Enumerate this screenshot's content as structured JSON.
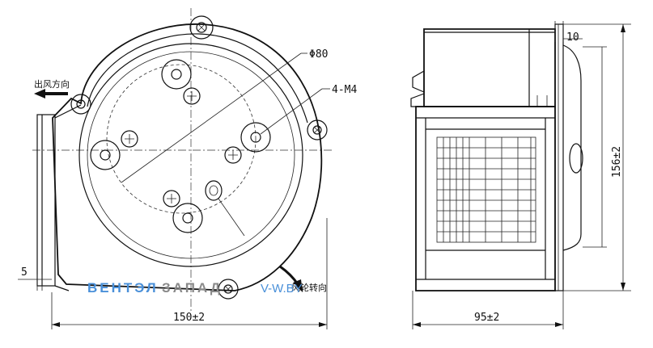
{
  "front_view": {
    "diameter_label": "Φ80",
    "holes_label": "4-M4",
    "outlet_label": "出风方向",
    "rotation_label": "风轮转向",
    "width_label": "150±2",
    "flange_label": "5"
  },
  "side_view": {
    "depth_label": "95±2",
    "height_label": "156±2",
    "edge_label": "10"
  },
  "watermark": {
    "part1": "ВЕНТЭЛ",
    "part2": "ЗАПАД",
    "suffix": "V-W.BY",
    "color_blue": "#4a90d9",
    "color_gray": "#8a8a8a"
  }
}
